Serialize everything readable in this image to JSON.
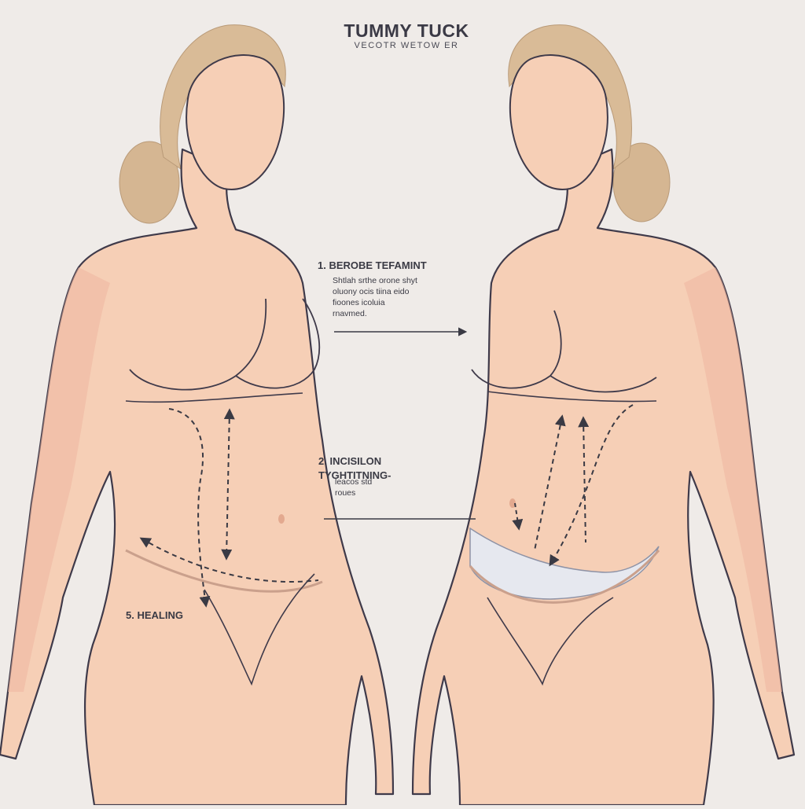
{
  "header": {
    "title": "TUMMY TUCK",
    "subtitle": "VECOTR WETOW ER"
  },
  "steps": [
    {
      "title": "1. BEROBE TEFAMINT",
      "lines": [
        "Shtlah srthe orone shyt",
        "oluony ocis tiina eido",
        "fioones icoluia",
        "rnavmed."
      ]
    },
    {
      "title_lines": [
        "2. INCISILON",
        "TYGHTITNING-"
      ],
      "lines": [
        "leacos std",
        "roues"
      ]
    },
    {
      "title": "5. HEALING"
    }
  ],
  "colors": {
    "background": "#efebe8",
    "skin": "#f6cfb6",
    "skin_shadow": "#eeb6a0",
    "outline": "#3f3a4a",
    "hair": "#d9bb97",
    "hair_shadow": "#c9a67f",
    "dashed": "#3a3a44",
    "dressing": "#e6e8ef"
  }
}
